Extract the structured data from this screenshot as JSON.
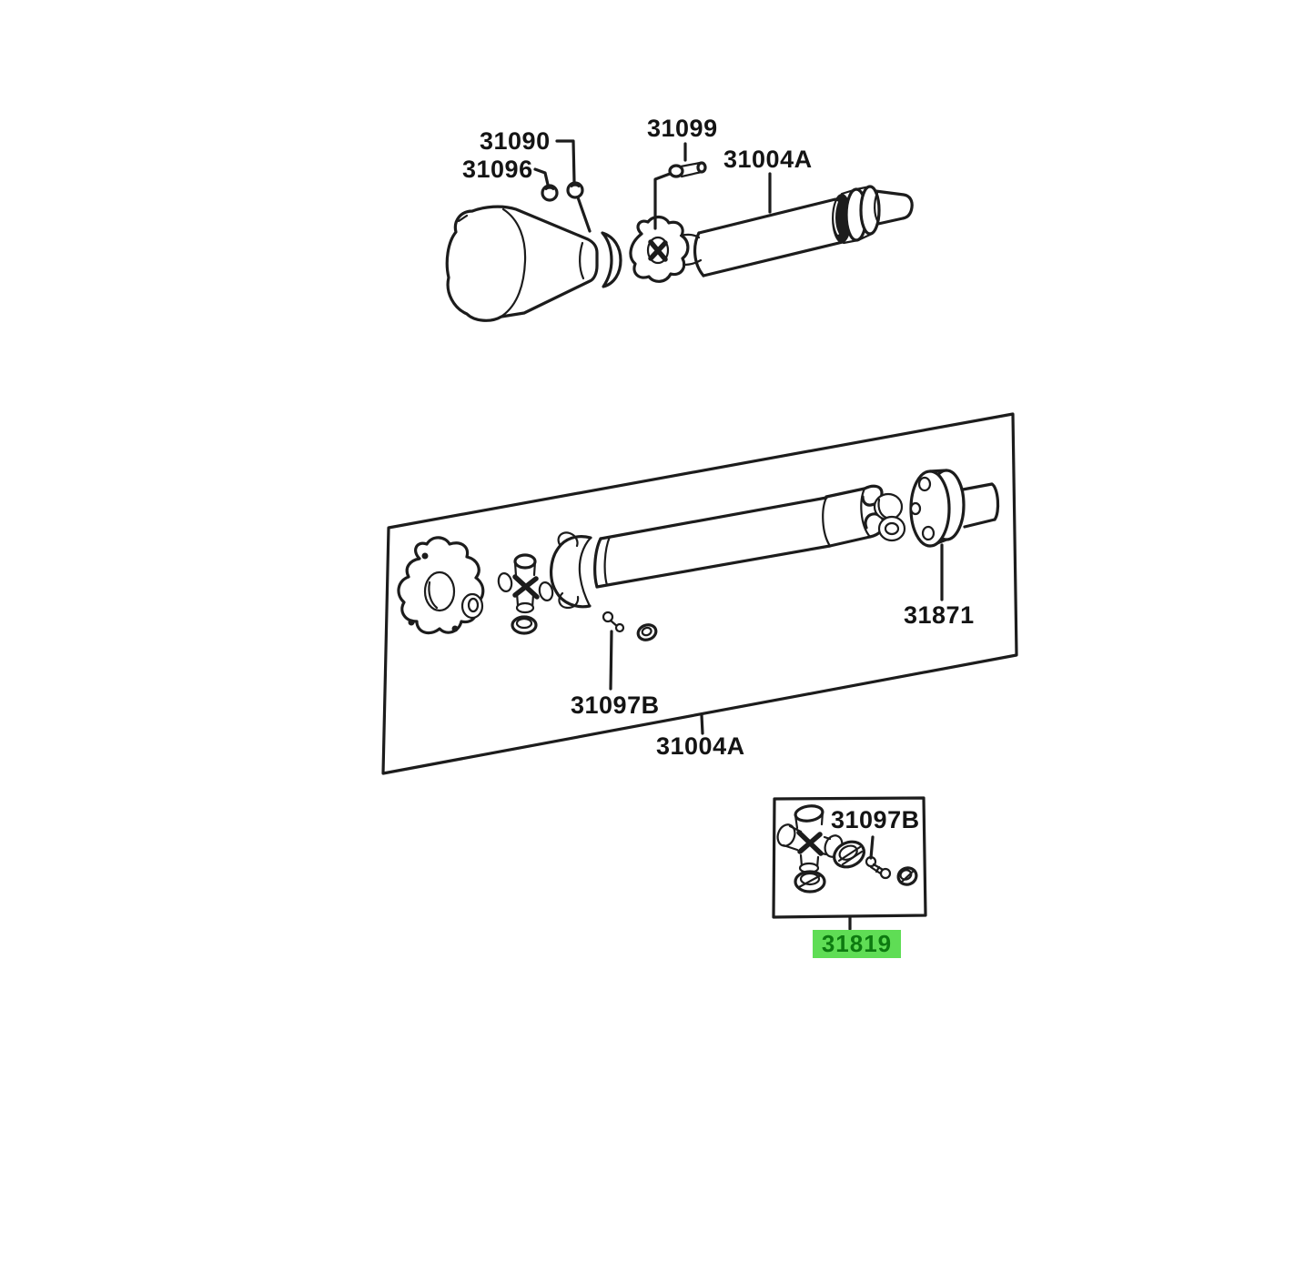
{
  "colors": {
    "background": "#ffffff",
    "ink": "#1c1c1c",
    "highlight-bg": "#5fdd55",
    "highlight-fg": "#0d7a10"
  },
  "figure": {
    "type": "parts-diagram",
    "labels": {
      "l31090": "31090",
      "l31096": "31096",
      "l31099": "31099",
      "l31004a_top": "31004A",
      "l31871": "31871",
      "l31097b_mid": "31097B",
      "l31004a_mid": "31004A",
      "l31097b_kit": "31097B",
      "l31819": "31819"
    }
  }
}
